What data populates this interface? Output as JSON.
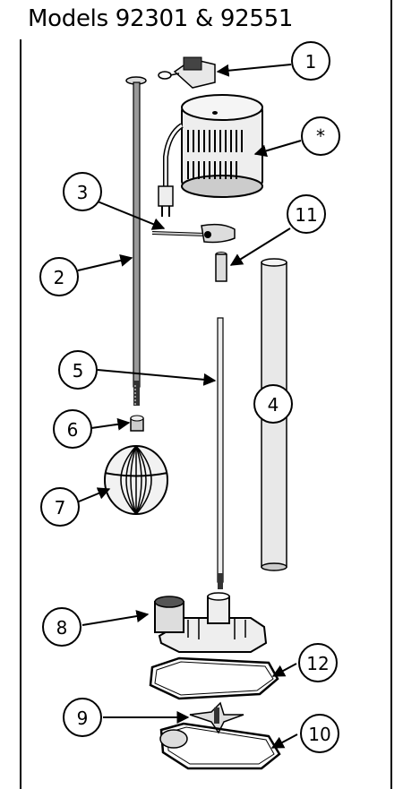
{
  "title": "Models 92301 & 92551",
  "callouts": {
    "c1": "1",
    "c_star": "*",
    "c3": "3",
    "c11": "11",
    "c2": "2",
    "c5": "5",
    "c4": "4",
    "c6": "6",
    "c7": "7",
    "c8": "8",
    "c12": "12",
    "c9": "9",
    "c10": "10"
  }
}
